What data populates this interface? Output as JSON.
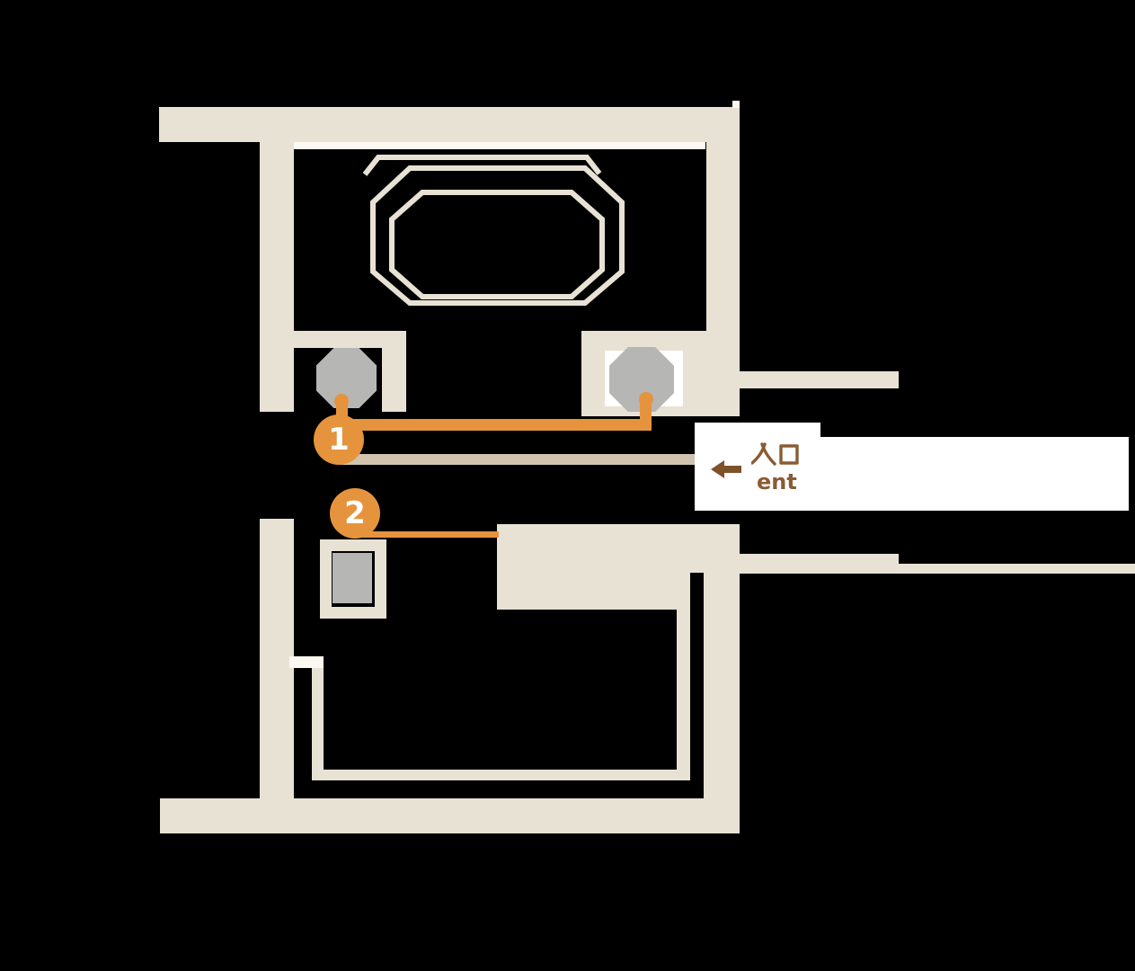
{
  "palette": {
    "background": "#000000",
    "wall": "#e8e2d5",
    "white": "#ffffff",
    "off_white": "#fbf8f1",
    "gray": "#b6b6b5",
    "orange": "#e5943d",
    "tan": "#d1c3ae",
    "brown": "#8a5c34",
    "arrow_brown": "#7e5228"
  },
  "markers": [
    {
      "label": "1"
    },
    {
      "label": "2"
    }
  ],
  "entrance": {
    "label_ja": "入口",
    "label_en": "ent",
    "arrow_icon": "arrow-left-icon"
  }
}
